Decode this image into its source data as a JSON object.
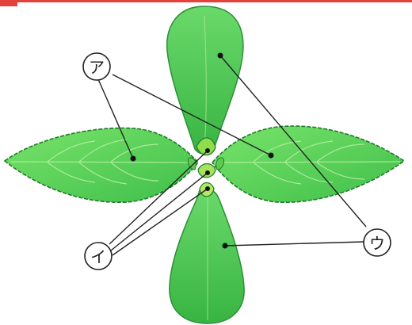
{
  "labels": {
    "a": "ア",
    "i": "イ",
    "u": "ウ"
  },
  "colors": {
    "leaf_fill": "#5fd65a",
    "leaf_fill_dark": "#3fb844",
    "leaf_edge": "#1f7a2a",
    "vein": "#b9efa0",
    "bud": "#9be04f",
    "leader_line": "#222222",
    "top_bar": "#e3413c"
  }
}
